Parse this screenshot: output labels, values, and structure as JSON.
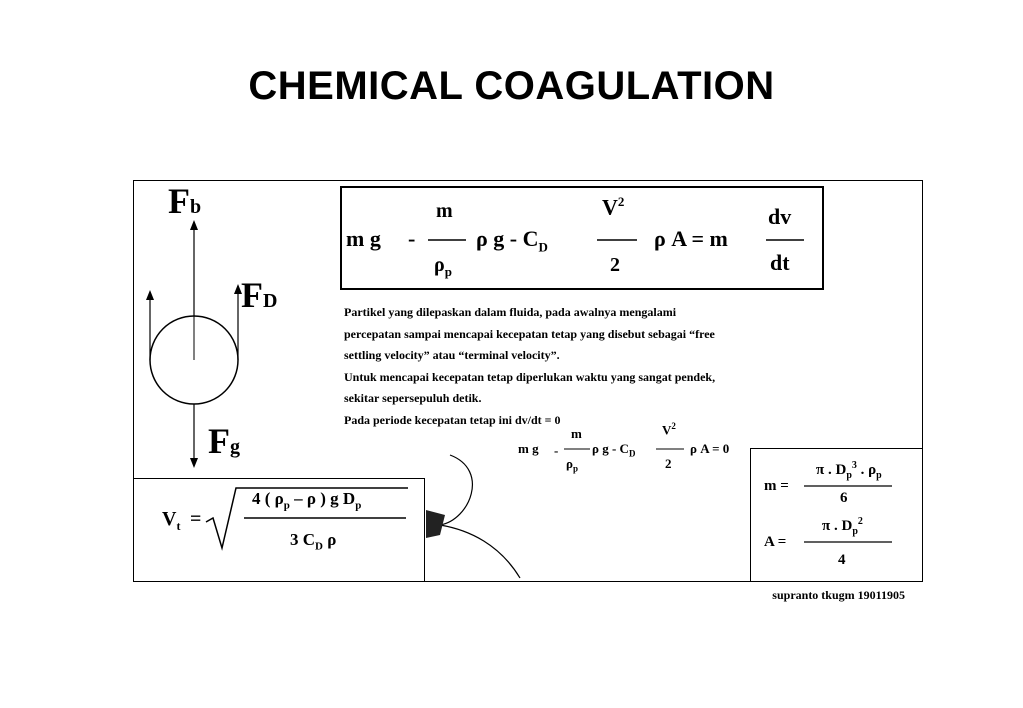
{
  "title": "CHEMICAL  COAGULATION",
  "forces": {
    "fb": "F",
    "fb_sub": "b",
    "fd": "F",
    "fd_sub": "D",
    "fg": "F",
    "fg_sub": "g"
  },
  "main_equation": {
    "mg": "m g",
    "minus": "-",
    "m": "m",
    "rho_p": "ρ",
    "rho_p_sub": "p",
    "rho_g_cd": "ρ g - C",
    "cd_sub": "D",
    "v2": "V",
    "v2_sup": "2",
    "two": "2",
    "rhoA": "ρ A = m",
    "dv": "dv",
    "dt": "dt"
  },
  "paragraph": [
    "Partikel yang dilepaskan dalam fluida, pada awalnya mengalami",
    "percepatan sampai mencapai  kecepatan tetap yang  disebut sebagai “free",
    "settling velocity” atau “terminal velocity”.",
    "Untuk mencapai kecepatan tetap diperlukan waktu yang sangat pendek,",
    "sekitar sepersepuluh detik.",
    "Pada periode kecepatan tetap ini dv/dt = 0"
  ],
  "steady_equation": {
    "mg": "m g",
    "minus": "-",
    "m": "m",
    "rho_p": "ρ",
    "rho_p_sub": "p",
    "rho_g_cd": "ρ g - C",
    "cd_sub": "D",
    "v2": "V",
    "v2_sup": "2",
    "two": "2",
    "rest": "ρ A = 0"
  },
  "vt": {
    "lhs": "V",
    "lhs_sub": "t",
    "eq": "=",
    "num": "4 ( ρ",
    "num_sub1": "p",
    "num_mid": " – ρ ) g D",
    "num_sub2": "p",
    "den": "3 C",
    "den_sub": "D",
    "den_end": " ρ"
  },
  "mass": {
    "m_lhs": "m =",
    "m_num": "π . D",
    "m_num_sub": "p",
    "m_num_sup": "3",
    "m_num_end": " . ρ",
    "m_num_end_sub": "p",
    "m_den": "6",
    "a_lhs": "A =",
    "a_num": "π . D",
    "a_num_sub": "p",
    "a_num_sup": "2",
    "a_den": "4"
  },
  "credit": "supranto tkugm 19011905"
}
